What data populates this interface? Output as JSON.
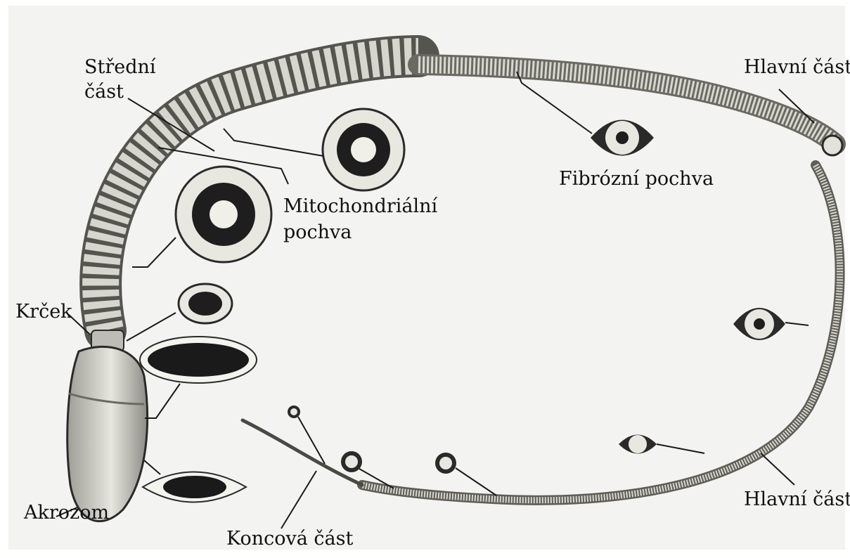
{
  "labels": {
    "middle_piece": [
      "Střední",
      "část"
    ],
    "principal_piece_top": "Hlavní část",
    "fibrous_sheath": "Fibrózní pochva",
    "mitochondrial_sheath": [
      "Mitochondriální",
      "pochva"
    ],
    "neck": "Krček",
    "acrosome": "Akrozom",
    "end_piece": "Koncová část",
    "principal_piece_bottom": "Hlavní část"
  },
  "colors": {
    "paper": "#f3f3f1",
    "ink": "#1a1a1a",
    "tail": "#c9c9c2",
    "head": "#cfcfc6",
    "section_dark": "#262626"
  }
}
